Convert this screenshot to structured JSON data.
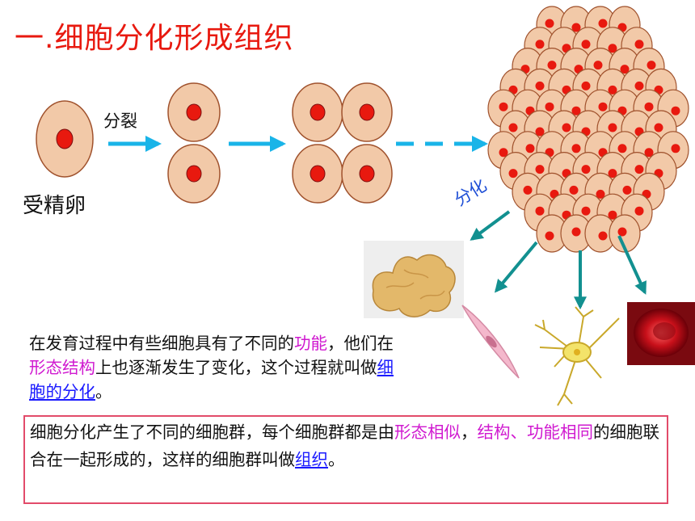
{
  "title": "一.细胞分化形成组织",
  "labels": {
    "division": "分裂",
    "zygote": "受精卵",
    "differentiation": "分化"
  },
  "paragraph1": {
    "part1": "在发育过程中有些细胞具有了不同的",
    "highlight1": "功能",
    "part2": "，他们在",
    "highlight2": "形态结构",
    "part3": "上也逐渐发生了变化，这个过程就叫做",
    "term": "细胞的分化",
    "part4": "。"
  },
  "paragraph2": {
    "part1": "细胞分化产生了不同的细胞群，每个细胞群都是由",
    "highlight1": "形态相似",
    "part2": "，",
    "highlight2": "结构、功能相同",
    "part3": "的细胞联合在一起形成的，这样的细胞群叫做",
    "term": "组织",
    "part4": "。"
  },
  "colors": {
    "title": "#e8190f",
    "cell_fill": "#f2c9a8",
    "cell_stroke": "#a0522d",
    "nucleus": "#e8190f",
    "arrow_division": "#19b4e8",
    "arrow_differentiation": "#129090",
    "highlight": "#d01ad0",
    "term": "#1a1aff",
    "box_border": "#e24b6a"
  },
  "icons": {
    "tissue_1": "epithelial-tissue-icon",
    "tissue_2": "muscle-cell-icon",
    "tissue_3": "nerve-cell-icon",
    "tissue_4": "red-blood-cell-icon"
  }
}
